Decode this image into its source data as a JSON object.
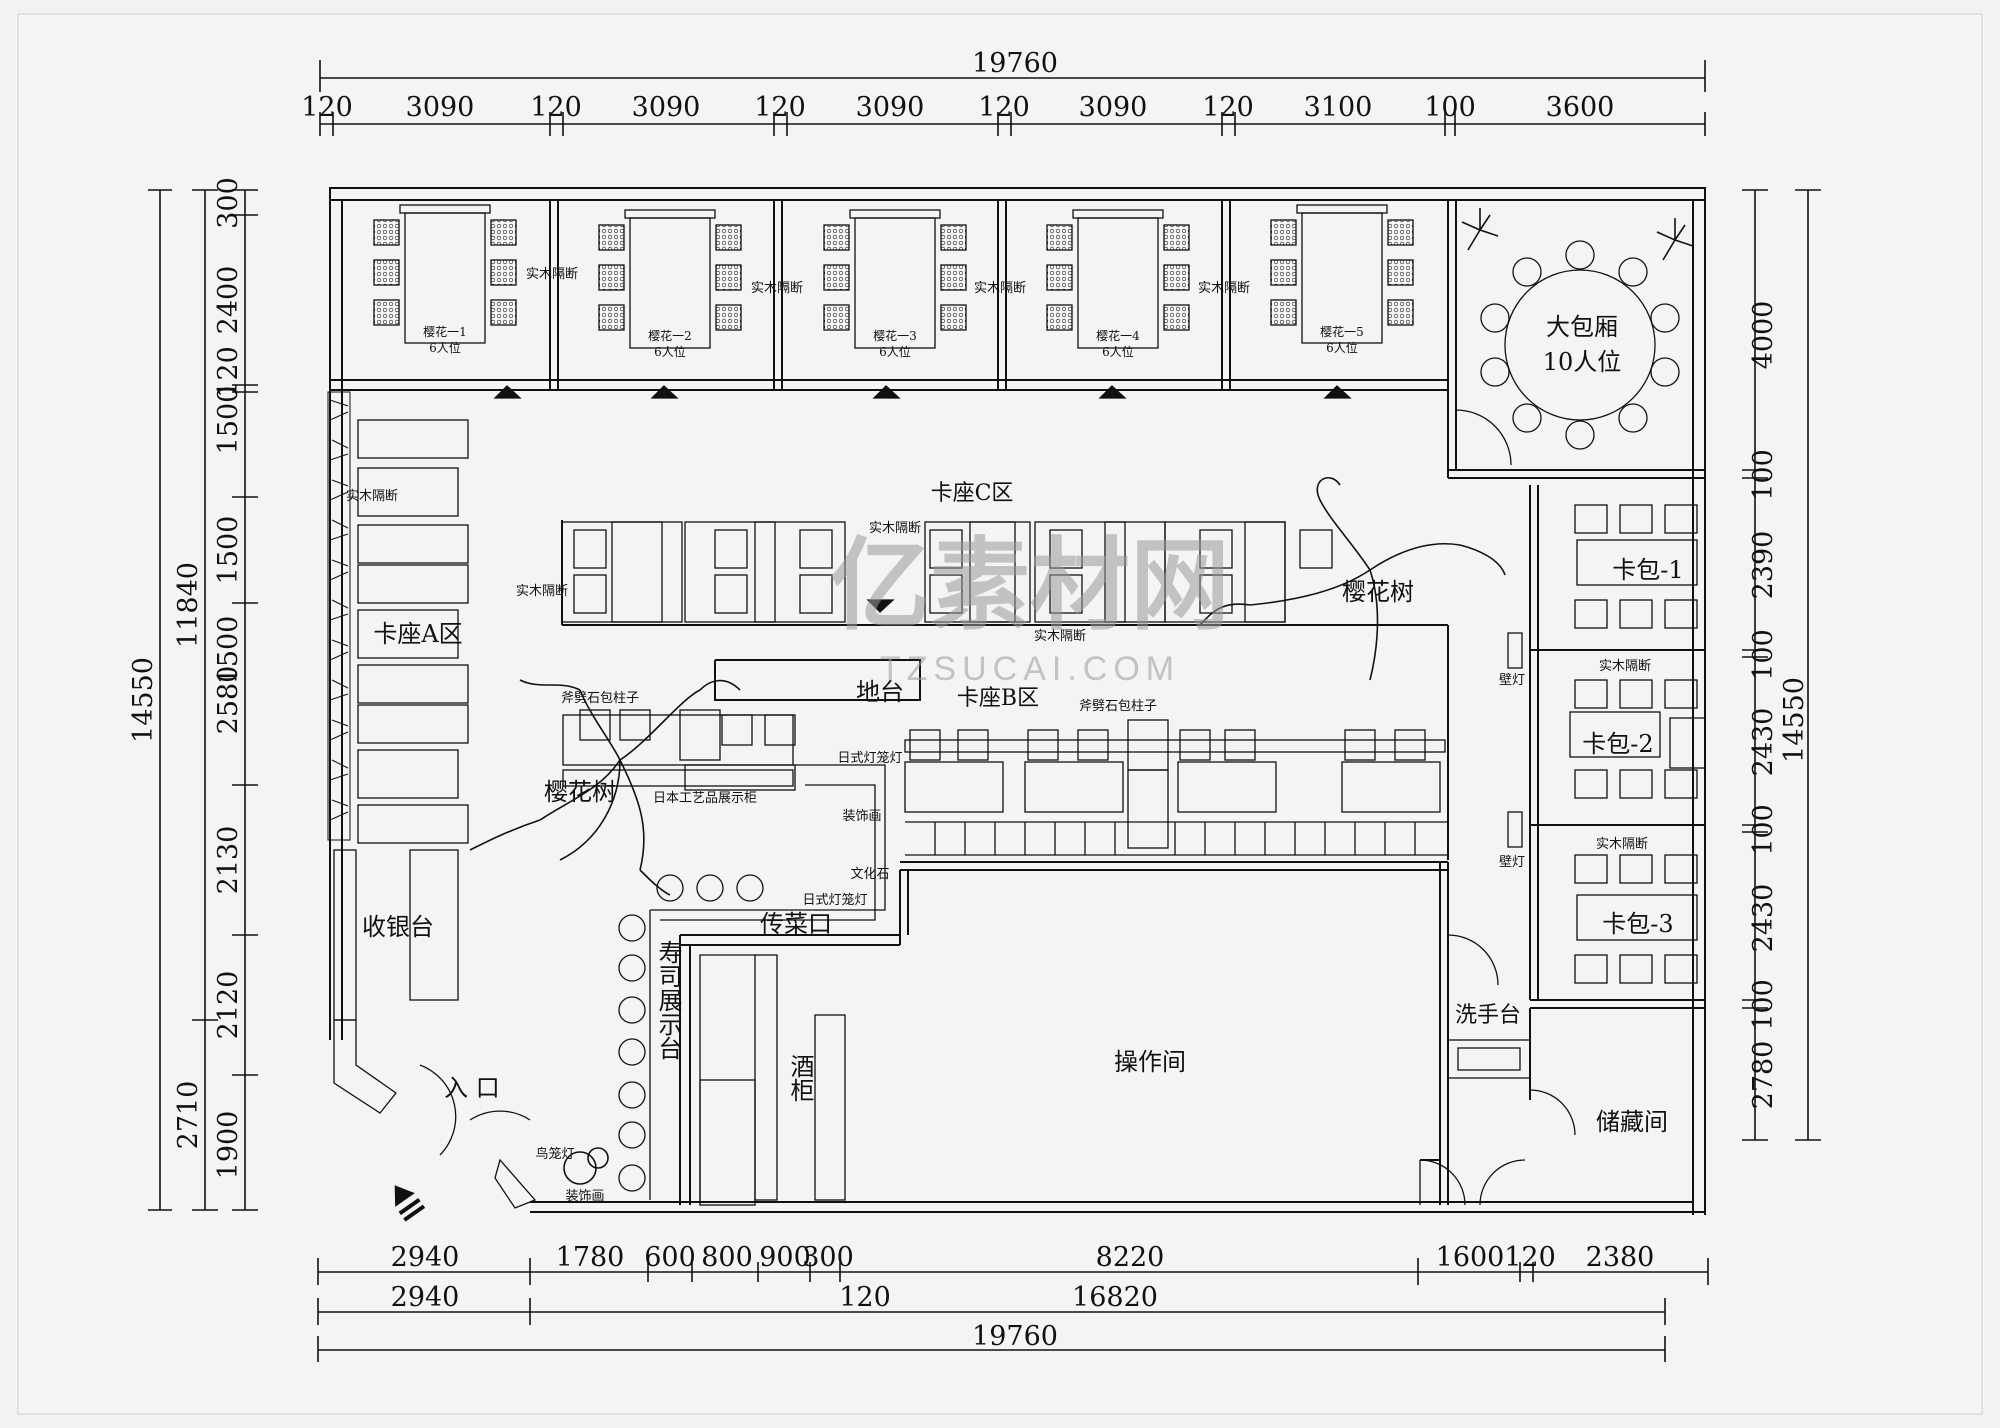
{
  "dimensions": {
    "top_total": "19760",
    "top_segments": [
      "120",
      "3090",
      "120",
      "3090",
      "120",
      "3090",
      "120",
      "3090",
      "120",
      "3100",
      "100",
      "3600"
    ],
    "bottom_row1": [
      "2940",
      "1780",
      "600",
      "800",
      "900",
      "300",
      "8220",
      "1600",
      "120",
      "2380"
    ],
    "bottom_row2": [
      "2940",
      "120",
      "16820"
    ],
    "bottom_total": "19760",
    "left_total": "14550",
    "left_sub": [
      "11840",
      "2710"
    ],
    "left_segments": [
      "300",
      "2400",
      "1500",
      "120",
      "1500",
      "1500",
      "2580",
      "2130",
      "2120",
      "1900"
    ],
    "right_total": "14550",
    "right_segments": [
      "4000",
      "100",
      "2390",
      "100",
      "2430",
      "100",
      "2430",
      "100",
      "2780"
    ]
  },
  "rooms": {
    "private_rooms": [
      {
        "label": "樱花一1",
        "seats": "6人位"
      },
      {
        "label": "樱花一2",
        "seats": "6人位"
      },
      {
        "label": "樱花一3",
        "seats": "6人位"
      },
      {
        "label": "樱花一4",
        "seats": "6人位"
      },
      {
        "label": "樱花一5",
        "seats": "6人位"
      }
    ],
    "partition": "实木隔断",
    "large_room_line1": "大包厢",
    "large_room_line2": "10人位",
    "booth_c": "卡座C区",
    "booth_b": "卡座B区",
    "booth_a": "卡座A区",
    "stage": "地台",
    "sakura_tree": "樱花树",
    "cashier": "收银台",
    "entrance": "入 口",
    "serving_window": "传菜口",
    "sushi_display": "寿司展示台",
    "wine_cabinet": "酒柜",
    "kitchen": "操作间",
    "wash_basin": "洗手台",
    "storage": "储藏间",
    "card_room_1": "卡包-1",
    "card_room_2": "卡包-2",
    "card_room_3": "卡包-3",
    "lamp": "壁灯",
    "craft_cabinet": "日本工艺品展示柜",
    "lantern": "日式灯笼灯",
    "deco_painting": "装饰画",
    "culture_stone": "文化石",
    "stone_column": "斧劈石包柱子",
    "cup_rack": "鸟笼灯",
    "decoration": "装饰画"
  },
  "watermark": {
    "main": "亿素材网",
    "sub": "TZSUCAI.COM"
  }
}
